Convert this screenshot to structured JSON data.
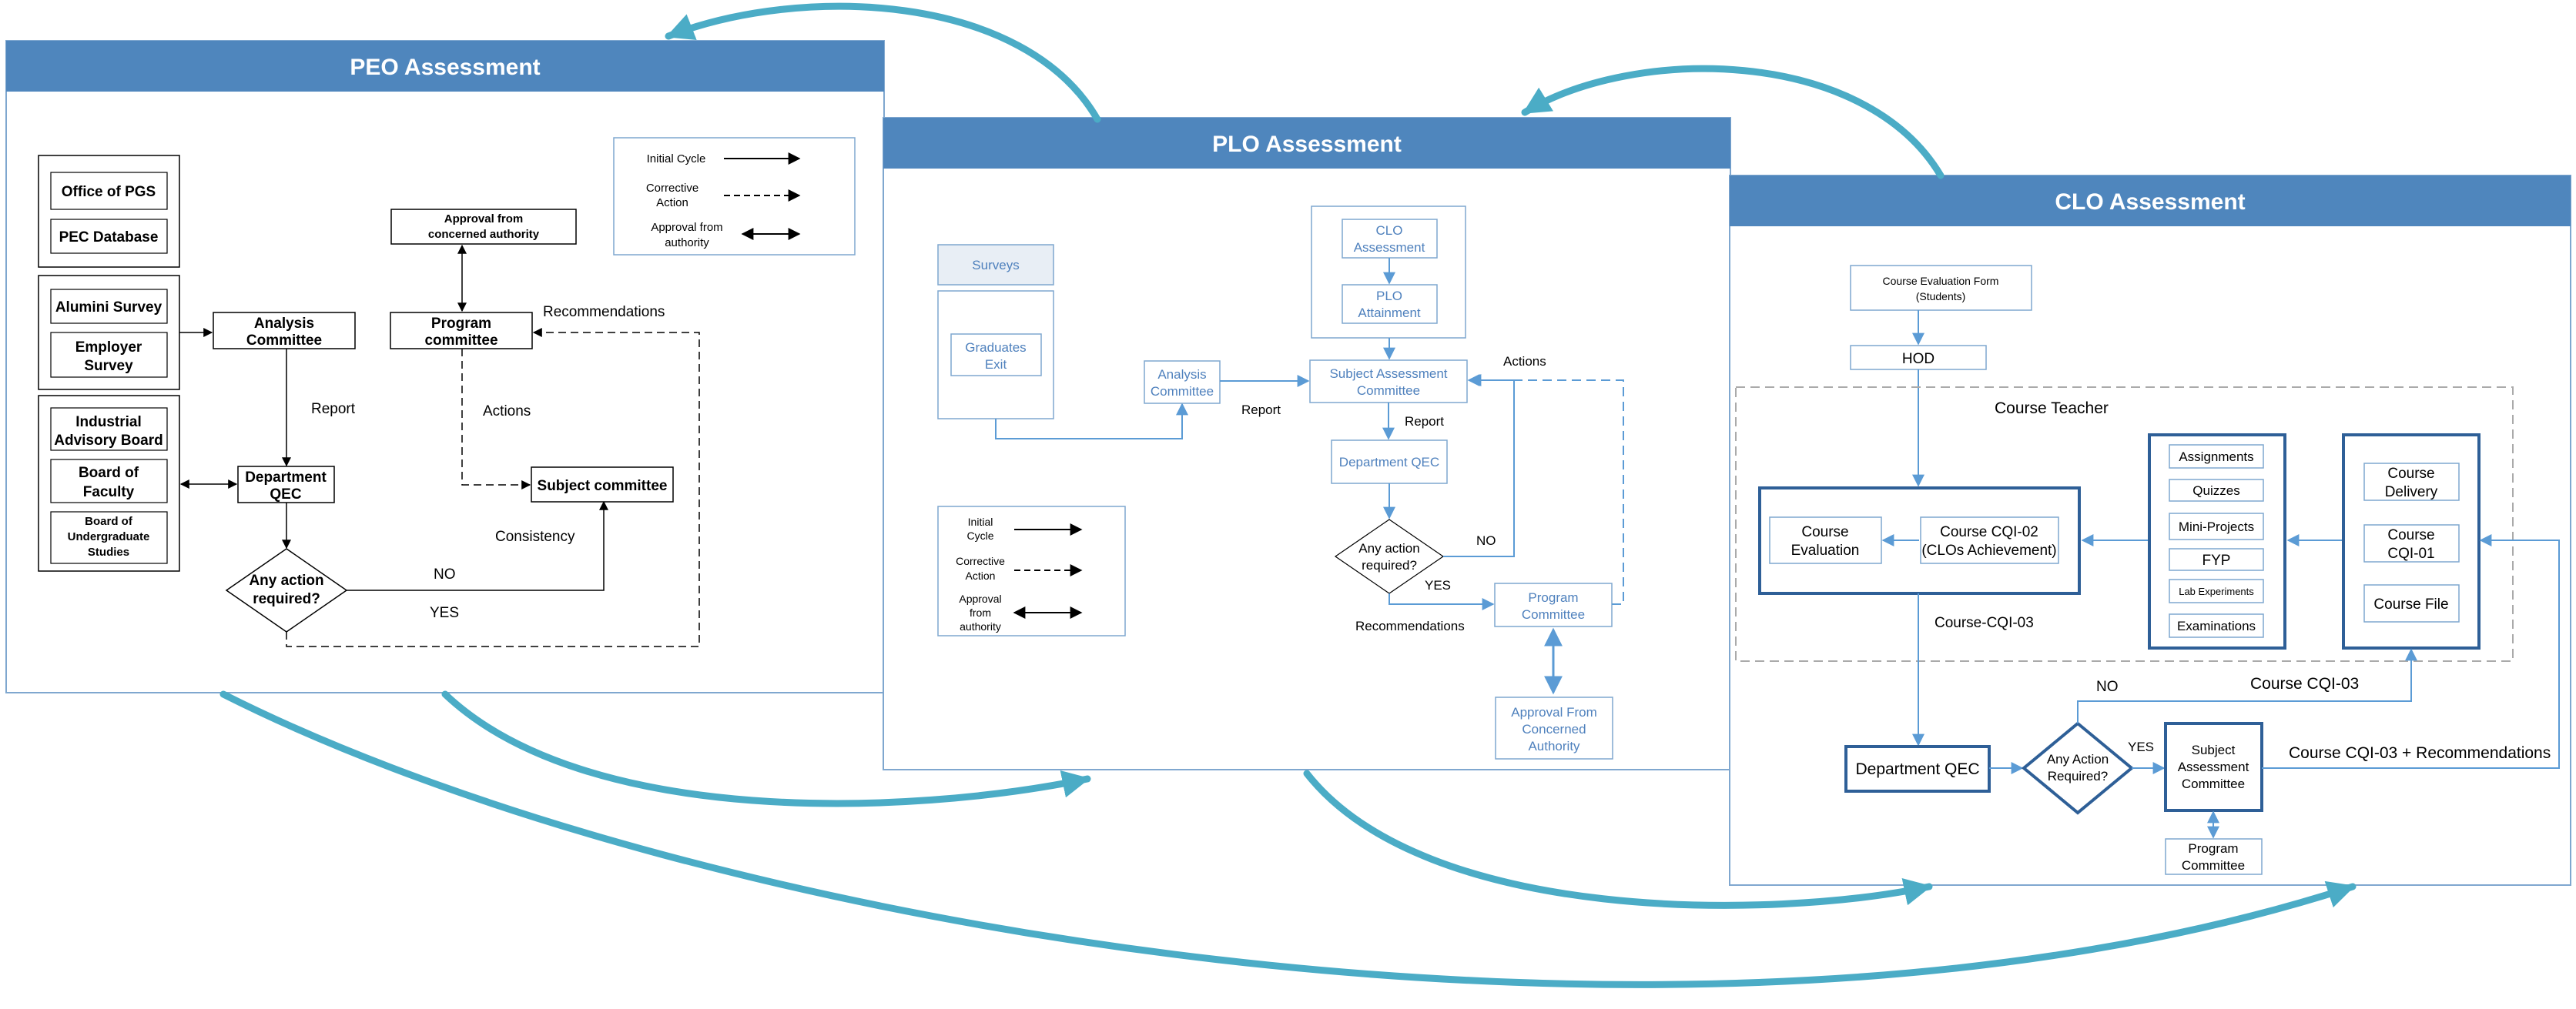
{
  "colors": {
    "panel_header": "#4f86bd",
    "curve_arrow": "#4bacc6",
    "plo_line": "#5b9bd5",
    "clo_line": "#2e5f97",
    "plo_text": "#4f81bd"
  },
  "peo": {
    "title": "PEO Assessment",
    "office_pgs": "Office of PGS",
    "pec_database": "PEC Database",
    "alumni_survey": "Alumini Survey",
    "employer_survey_1": "Employer",
    "employer_survey_2": "Survey",
    "industrial_1": "Industrial",
    "industrial_2": "Advisory Board",
    "board_faculty_1": "Board of",
    "board_faculty_2": "Faculty",
    "board_ug_1": "Board of",
    "board_ug_2": "Undergraduate",
    "board_ug_3": "Studies",
    "analysis_1": "Analysis",
    "analysis_2": "Committee",
    "report": "Report",
    "dept_qec_1": "Department",
    "dept_qec_2": "QEC",
    "any_action_1": "Any action",
    "any_action_2": "required?",
    "no": "NO",
    "yes": "YES",
    "approval_1": "Approval from",
    "approval_2": "concerned authority",
    "program_1": "Program",
    "program_2": "committee",
    "recommendations": "Recommendations",
    "actions": "Actions",
    "subject_committee": "Subject committee",
    "consistency": "Consistency",
    "legend": {
      "initial": "Initial Cycle",
      "corrective_1": "Corrective",
      "corrective_2": "Action",
      "approval_1": "Approval from",
      "approval_2": "authority"
    }
  },
  "plo": {
    "title": "PLO Assessment",
    "surveys": "Surveys",
    "graduates_1": "Graduates",
    "graduates_2": "Exit",
    "analysis_1": "Analysis",
    "analysis_2": "Committee",
    "report_1": "Report",
    "clo_assess_1": "CLO",
    "clo_assess_2": "Assessment",
    "plo_attain_1": "PLO",
    "plo_attain_2": "Attainment",
    "subject_1": "Subject Assessment",
    "subject_2": "Committee",
    "actions": "Actions",
    "report_2": "Report",
    "dept_qec": "Department QEC",
    "any_action_1": "Any action",
    "any_action_2": "required?",
    "no": "NO",
    "yes": "YES",
    "recommendations": "Recommendations",
    "program_1": "Program",
    "program_2": "Committee",
    "approval_1": "Approval From",
    "approval_2": "Concerned",
    "approval_3": "Authority",
    "legend": {
      "initial_1": "Initial",
      "initial_2": "Cycle",
      "corrective_1": "Corrective",
      "corrective_2": "Action",
      "approval_1": "Approval",
      "approval_2": "from",
      "approval_3": "authority"
    }
  },
  "clo": {
    "title": "CLO Assessment",
    "eval_form_1": "Course Evaluation Form",
    "eval_form_2": "(Students)",
    "hod": "HOD",
    "course_teacher": "Course Teacher",
    "course_eval_1": "Course",
    "course_eval_2": "Evaluation",
    "cqi02_1": "Course CQI-02",
    "cqi02_2": "(CLOs Achievement)",
    "assignments": "Assignments",
    "quizzes": "Quizzes",
    "mini_projects": "Mini-Projects",
    "fyp": "FYP",
    "lab": "Lab Experiments",
    "examinations": "Examinations",
    "delivery_1": "Course",
    "delivery_2": "Delivery",
    "cqi01_1": "Course",
    "cqi01_2": "CQI-01",
    "course_file": "Course File",
    "cqi03_label": "Course-CQI-03",
    "dept_qec": "Department QEC",
    "any_action_1": "Any Action",
    "any_action_2": "Required?",
    "no": "NO",
    "yes": "YES",
    "cqi03_top": "Course CQI-03",
    "subject_1": "Subject",
    "subject_2": "Assessment",
    "subject_3": "Committee",
    "cqi03_recs": "Course CQI-03 + Recommendations",
    "program_1": "Program",
    "program_2": "Committee"
  }
}
